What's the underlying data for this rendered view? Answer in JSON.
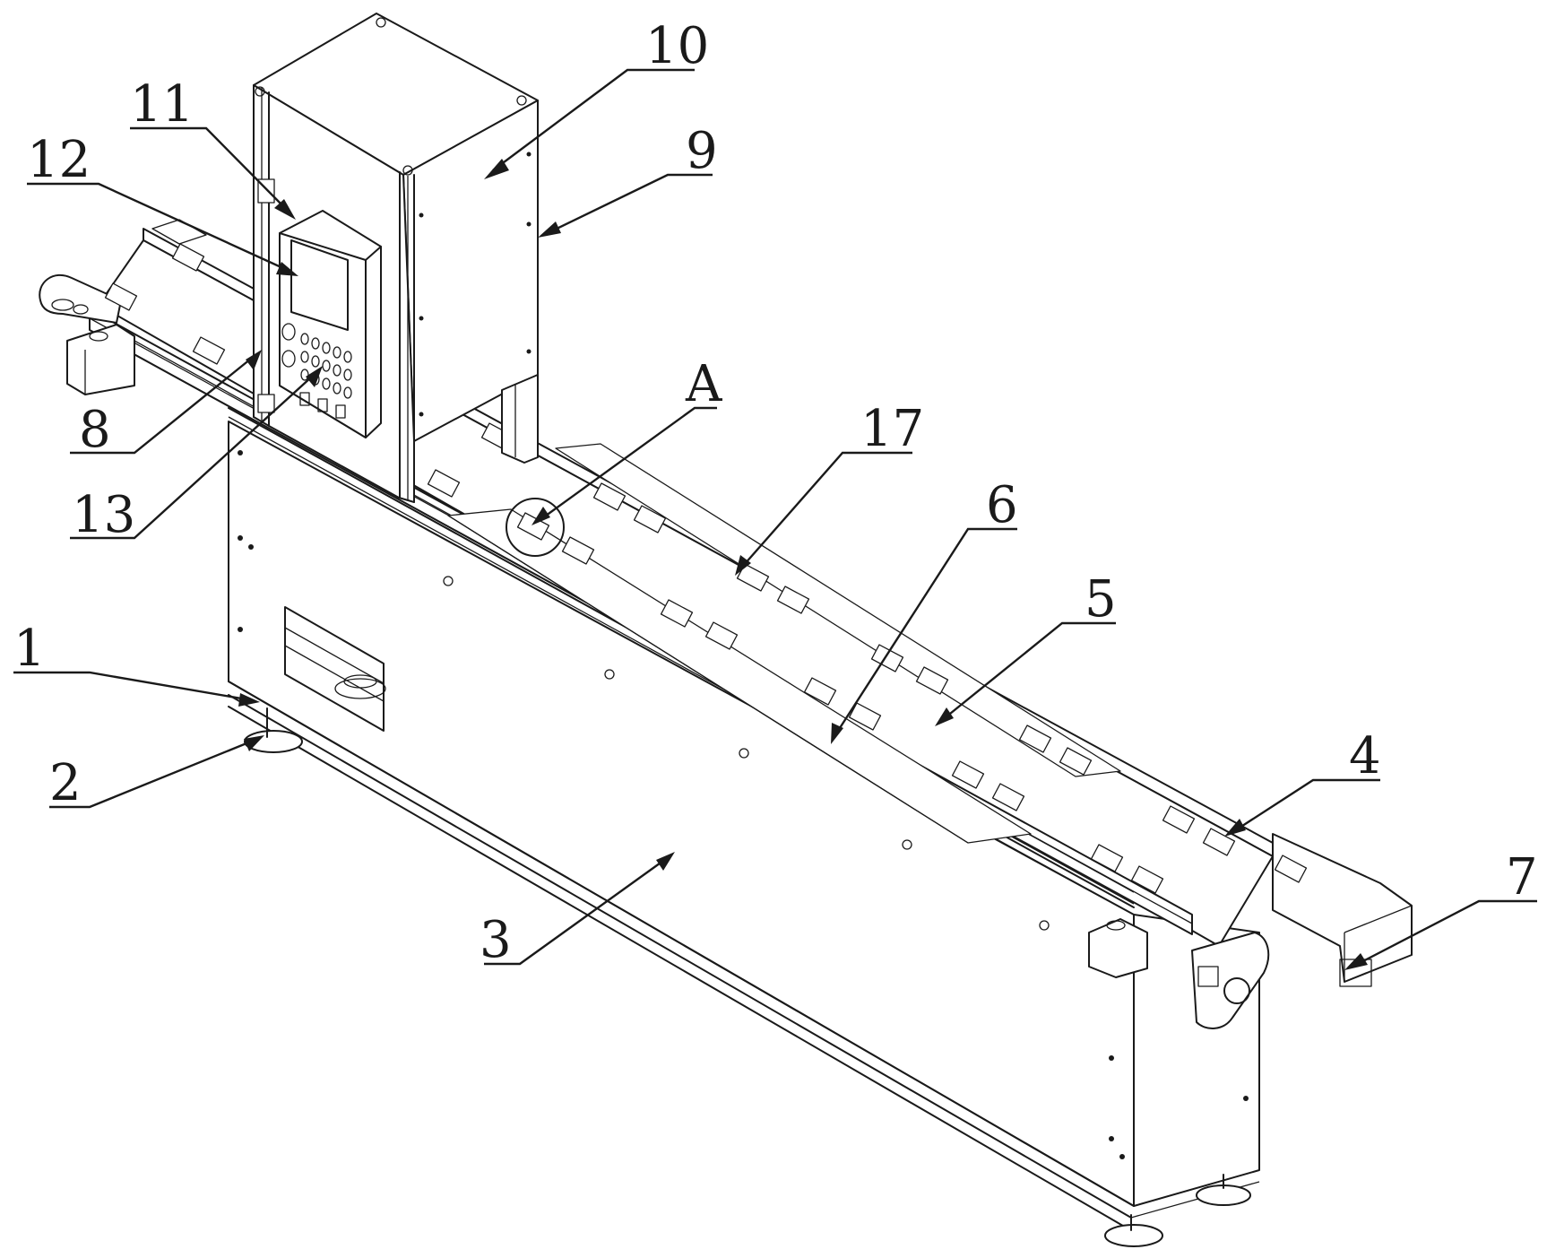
{
  "labels": {
    "l1": "1",
    "l2": "2",
    "l3": "3",
    "l4": "4",
    "l5": "5",
    "l6": "6",
    "l7": "7",
    "l8": "8",
    "l9": "9",
    "l10": "10",
    "l11": "11",
    "l12": "12",
    "l13": "13",
    "l17": "17",
    "lA": "A"
  }
}
